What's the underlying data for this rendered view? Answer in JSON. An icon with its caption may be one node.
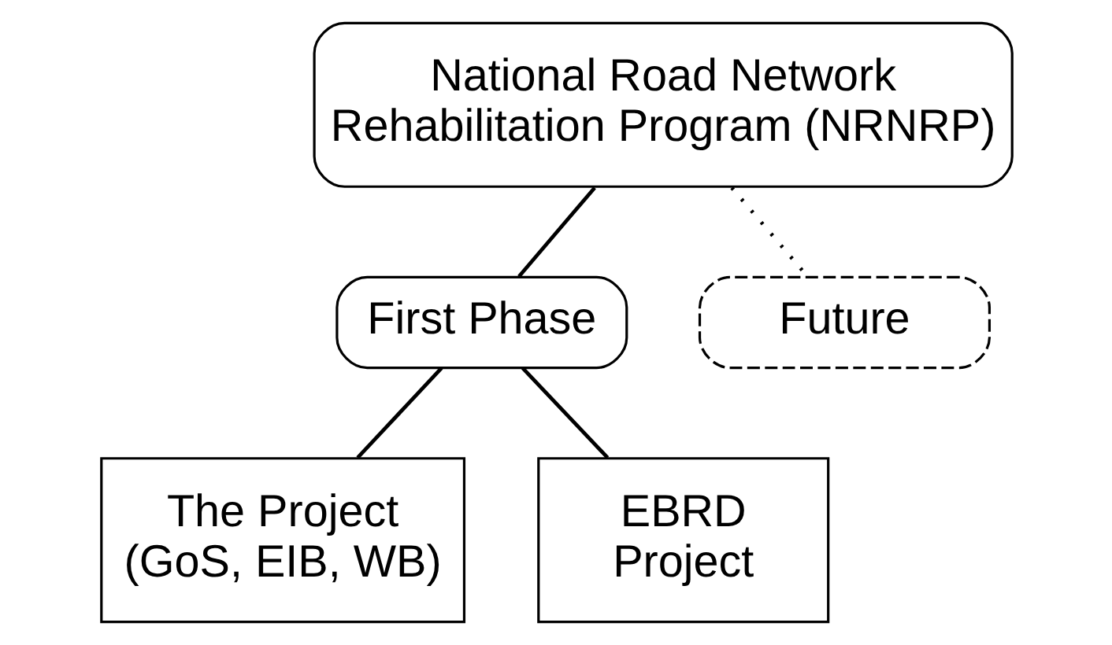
{
  "diagram": {
    "nodes": [
      {
        "text": [
          "National Road Network Rehabilitation Program (NRNRP)"
        ]
      },
      {
        "text": [
          "First Phase"
        ]
      },
      {
        "text": [
          "Future"
        ]
      },
      {
        "text": [
          "The Project (GoS, EIB, WB)"
        ]
      },
      {
        "text": [
          "EBRD Project"
        ]
      }
    ],
    "edges": [
      {
        "from": 0,
        "to": 1,
        "arrow": "none"
      },
      {
        "from": 0,
        "to": 2,
        "arrow": "none",
        "style": "dashed"
      },
      {
        "from": 1,
        "to": 3,
        "arrow": "none"
      },
      {
        "from": 1,
        "to": 4,
        "arrow": "none"
      }
    ]
  }
}
